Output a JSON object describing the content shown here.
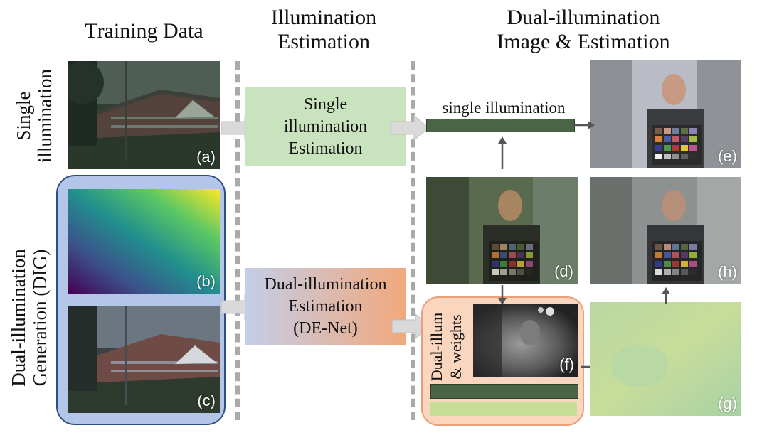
{
  "headers": {
    "training_data": "Training Data",
    "illumination_estimation": "Illumination\nEstimation",
    "dual_illumination": "Dual-illumination\nImage & Estimation"
  },
  "row_labels": {
    "single": "Single\nillumination",
    "dual": "Dual-illumination\nGeneration (DIG)"
  },
  "boxes": {
    "single_estimation": "Single\nillumination\nEstimation",
    "dual_estimation": "Dual-illumination\nEstimation\n(DE-Net)",
    "single_illumination_label": "single illumination",
    "dual_weights_label": "Dual-illum\n& weights"
  },
  "panel_tags": {
    "a": "(a)",
    "b": "(b)",
    "c": "(c)",
    "d": "(d)",
    "e": "(e)",
    "f": "(f)",
    "g": "(g)",
    "h": "(h)"
  },
  "colors": {
    "single_box": "#c8e3bd",
    "dig_panel": "#b4c6e7",
    "de_net_start": "#c3cee8",
    "de_net_end": "#f2a87c",
    "weights_panel": "#fbd6bf",
    "illum_dark": "#4a6446",
    "illum_light": "#c5dd94",
    "arrow_gray": "#d9d9d9",
    "divider": "#aaaaaa"
  }
}
